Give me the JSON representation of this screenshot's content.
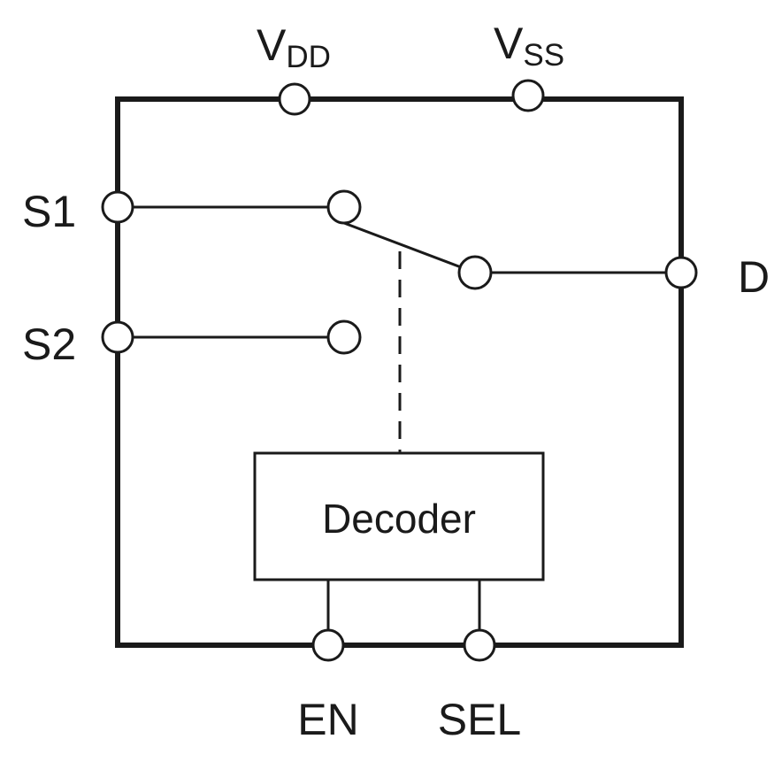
{
  "pins": {
    "vdd": {
      "main": "V",
      "sub": "DD"
    },
    "vss": {
      "main": "V",
      "sub": "SS"
    },
    "s1": "S1",
    "s2": "S2",
    "d": "D",
    "en": "EN",
    "sel": "SEL"
  },
  "decoder_label": "Decoder",
  "switch": {
    "connected_input": "S1"
  }
}
